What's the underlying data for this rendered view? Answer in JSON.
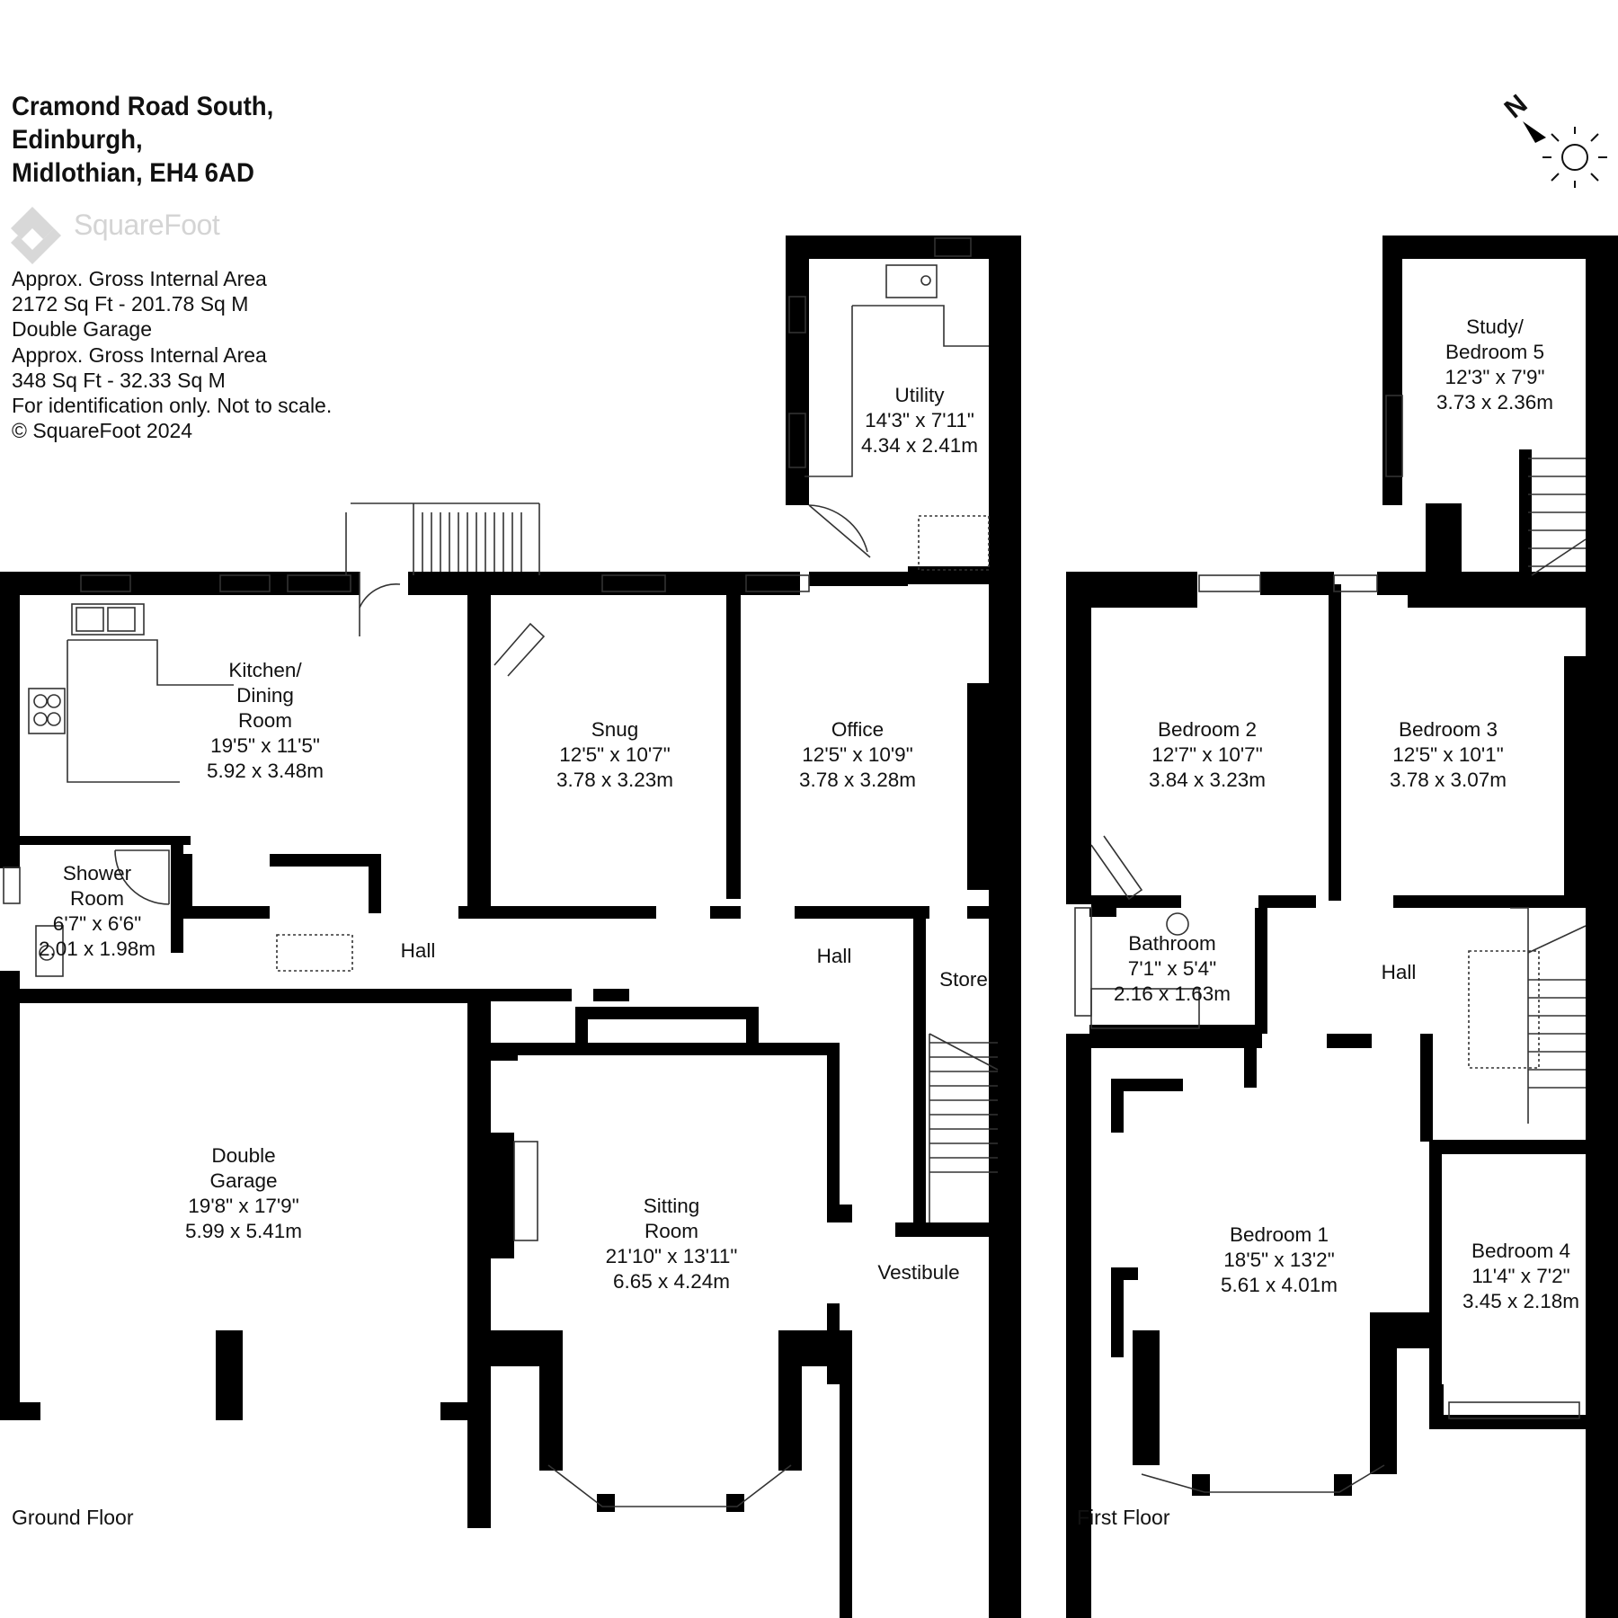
{
  "address": {
    "line1": "Cramond Road South,",
    "line2": "Edinburgh,",
    "line3": "Midlothian, EH4 6AD"
  },
  "brand": {
    "name": "SquareFoot",
    "color": "#d4d4d4"
  },
  "area_info": [
    "Approx. Gross Internal Area",
    "2172 Sq Ft  -  201.78 Sq M",
    "Double Garage",
    "Approx. Gross Internal Area",
    "348 Sq Ft  -  32.33 Sq M",
    "For identification only. Not to scale.",
    "© SquareFoot 2024"
  ],
  "compass": {
    "north_letter": "N"
  },
  "floors": {
    "ground": "Ground Floor",
    "first": "First Floor"
  },
  "rooms": {
    "utility": {
      "lines": [
        "Utility",
        "14'3\" x 7'11\"",
        "4.34 x 2.41m"
      ]
    },
    "kitchen": {
      "lines": [
        "Kitchen/",
        "Dining",
        "Room",
        "19'5\" x 11'5\"",
        "5.92 x 3.48m"
      ]
    },
    "snug": {
      "lines": [
        "Snug",
        "12'5\" x 10'7\"",
        "3.78 x 3.23m"
      ]
    },
    "office": {
      "lines": [
        "Office",
        "12'5\" x 10'9\"",
        "3.78 x 3.28m"
      ]
    },
    "shower": {
      "lines": [
        "Shower",
        "Room",
        "6'7\" x 6'6\"",
        "2.01 x 1.98m"
      ]
    },
    "hall_g1": {
      "lines": [
        "Hall"
      ]
    },
    "hall_g2": {
      "lines": [
        "Hall"
      ]
    },
    "store": {
      "lines": [
        "Store"
      ]
    },
    "garage": {
      "lines": [
        "Double",
        "Garage",
        "19'8\" x 17'9\"",
        "5.99 x 5.41m"
      ]
    },
    "sitting": {
      "lines": [
        "Sitting",
        "Room",
        "21'10\" x 13'11\"",
        "6.65 x 4.24m"
      ]
    },
    "vestibule": {
      "lines": [
        "Vestibule"
      ]
    },
    "study": {
      "lines": [
        "Study/",
        "Bedroom 5",
        "12'3\" x 7'9\"",
        "3.73 x 2.36m"
      ]
    },
    "bedroom2": {
      "lines": [
        "Bedroom 2",
        "12'7\" x 10'7\"",
        "3.84 x 3.23m"
      ]
    },
    "bedroom3": {
      "lines": [
        "Bedroom 3",
        "12'5\" x 10'1\"",
        "3.78 x 3.07m"
      ]
    },
    "bathroom": {
      "lines": [
        "Bathroom",
        "7'1\" x 5'4\"",
        "2.16 x 1.63m"
      ]
    },
    "hall_f": {
      "lines": [
        "Hall"
      ]
    },
    "bedroom1": {
      "lines": [
        "Bedroom 1",
        "18'5\" x 13'2\"",
        "5.61 x 4.01m"
      ]
    },
    "bedroom4": {
      "lines": [
        "Bedroom 4",
        "11'4\" x 7'2\"",
        "3.45 x 2.18m"
      ]
    }
  }
}
